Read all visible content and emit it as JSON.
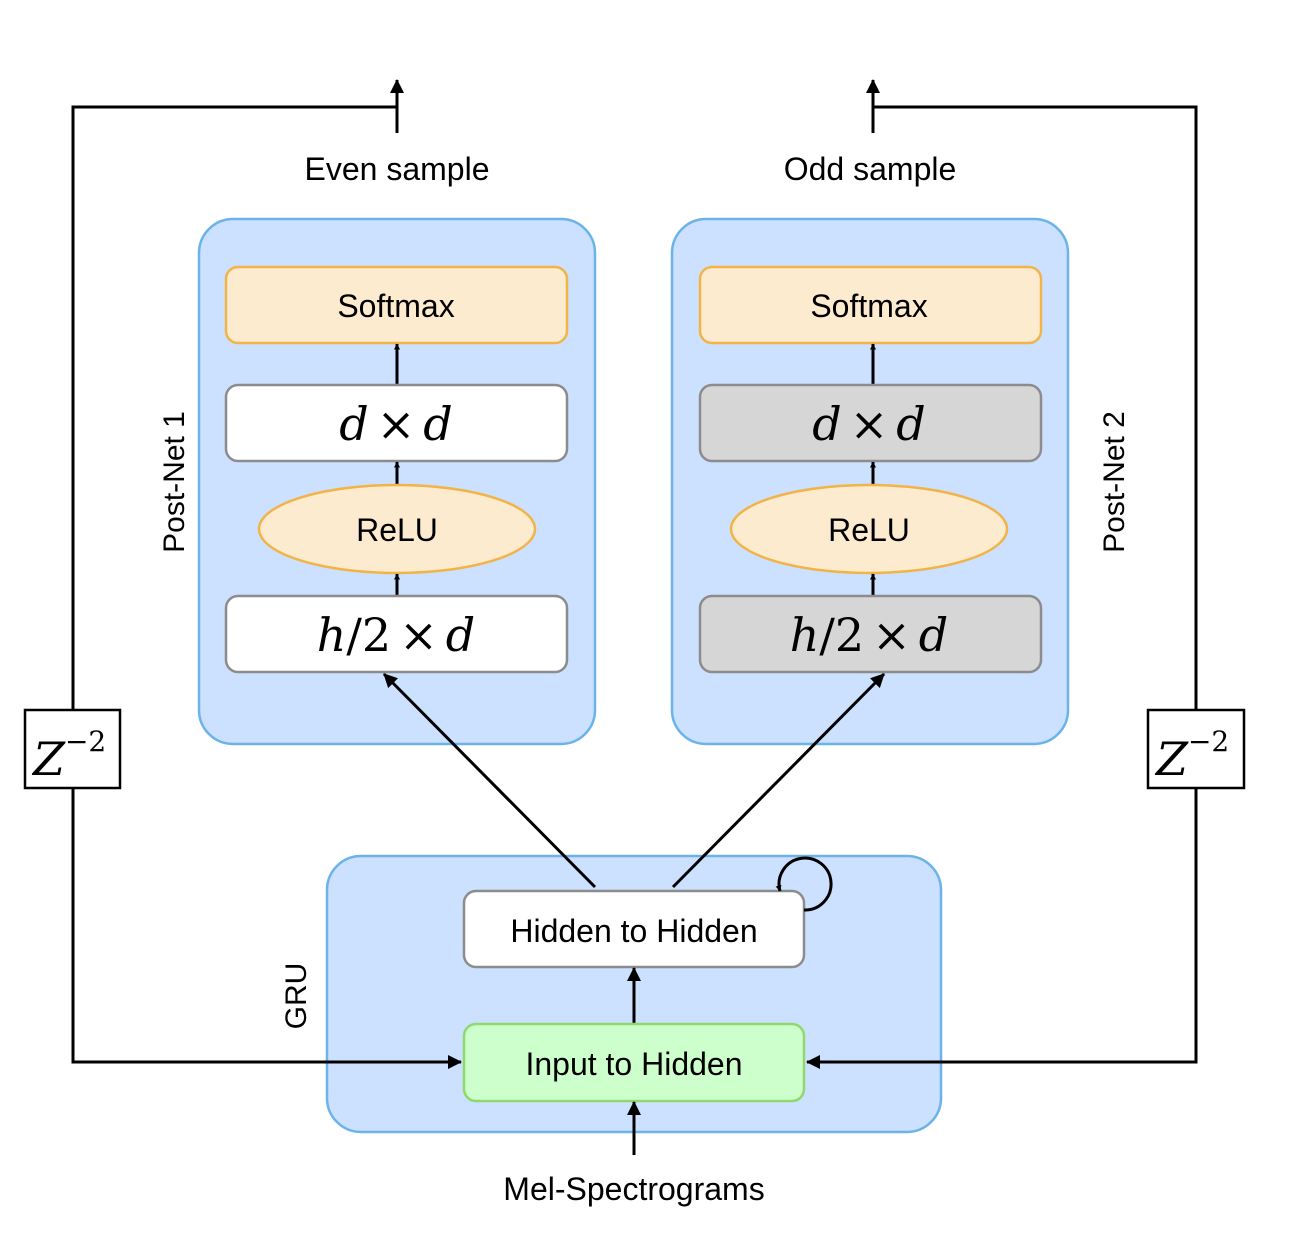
{
  "outputs": {
    "even": "Even sample",
    "odd": "Odd sample"
  },
  "postnet1": {
    "label": "Post-Net 1",
    "softmax": "Softmax",
    "layer_top": {
      "a": "d",
      "op": "×",
      "b": "d"
    },
    "relu": "ReLU",
    "layer_bottom": {
      "a": "h",
      "slash": "/",
      "num": "2",
      "op": "×",
      "b": "d"
    }
  },
  "postnet2": {
    "label": "Post-Net 2",
    "softmax": "Softmax",
    "layer_top": {
      "a": "d",
      "op": "×",
      "b": "d"
    },
    "relu": "ReLU",
    "layer_bottom": {
      "a": "h",
      "slash": "/",
      "num": "2",
      "op": "×",
      "b": "d"
    }
  },
  "delay": {
    "base": "Z",
    "exponent": "−2"
  },
  "gru": {
    "label": "GRU",
    "hidden_to_hidden": "Hidden to Hidden",
    "input_to_hidden": "Input to Hidden"
  },
  "input": {
    "label": "Mel-Spectrograms"
  },
  "colors": {
    "panel_fill": "#cce0ff",
    "panel_stroke": "#6bb3e8",
    "orange_fill": "#fdebd0",
    "orange_stroke": "#f2b347",
    "white_fill": "#ffffff",
    "gray_fill": "#d6d6d6",
    "box_stroke": "#8c8c8c",
    "green_fill": "#ccffcc",
    "green_stroke": "#8fd96b"
  }
}
